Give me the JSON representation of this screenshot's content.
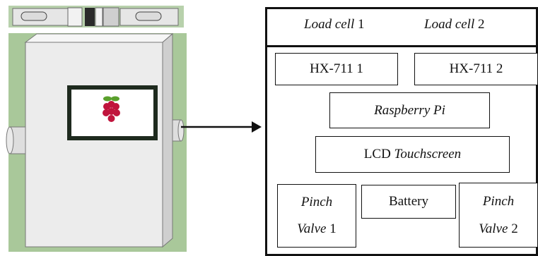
{
  "diagram": {
    "load_cells": {
      "cell1_word": "Load cell",
      "cell1_num": "1",
      "cell2_word": "Load cell",
      "cell2_num": "2"
    },
    "hx711_1": "HX-711 1",
    "hx711_2": "HX-711 2",
    "raspberry_pi": "Raspberry Pi",
    "lcd": {
      "prefix": "LCD",
      "word": "Touchscreen"
    },
    "battery": "Battery",
    "pinch_valve_1": {
      "line1": "Pinch",
      "line2_word": "Valve",
      "line2_num": "1"
    },
    "pinch_valve_2": {
      "line1": "Pinch",
      "line2_word": "Valve",
      "line2_num": "2"
    }
  },
  "colors": {
    "scene_background": "#a9c89a",
    "enclosure": "#ececec",
    "screen_bezel": "#1e2a1e",
    "raspberry": "#c0143c",
    "leaf": "#5aa02c",
    "line": "#111111"
  },
  "icons": [
    "raspberry-pi-logo-icon",
    "arrow-right-icon"
  ]
}
